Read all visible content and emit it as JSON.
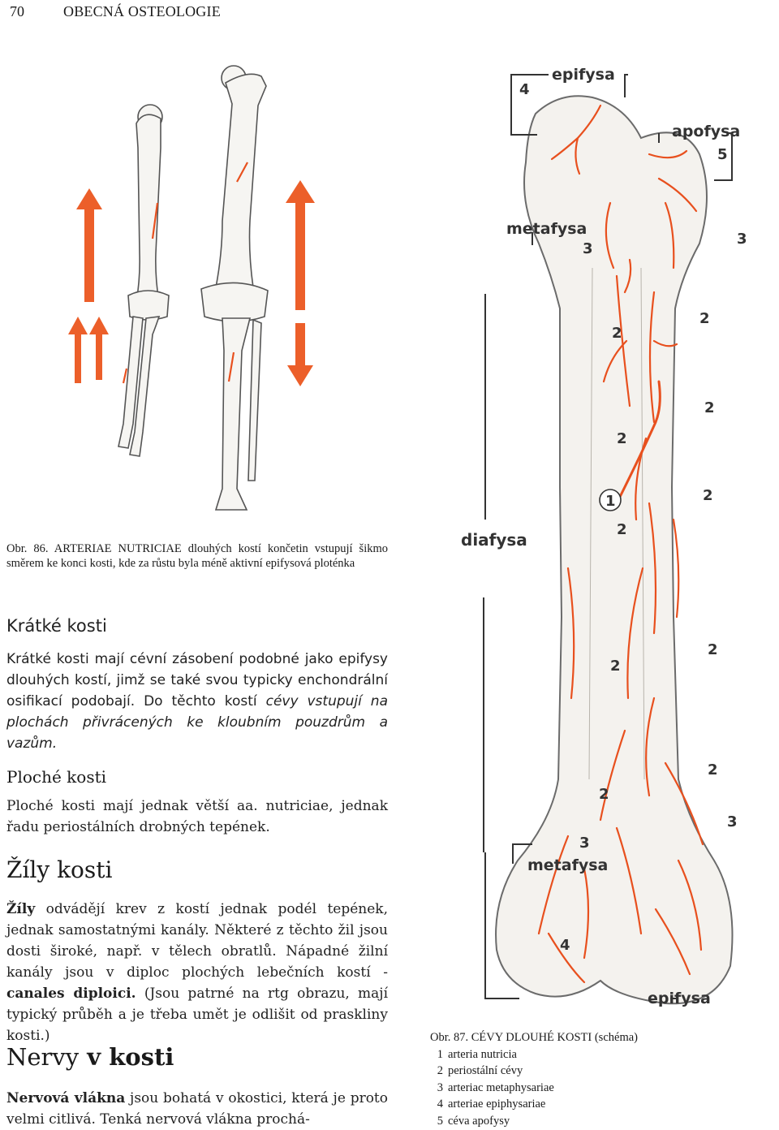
{
  "header": {
    "page_number": "70",
    "running_title": "OBECNÁ OSTEOLOGIE"
  },
  "fig86": {
    "caption_lead": "Obr. 86.",
    "caption_text": " ARTERIAE NUTRICIAE dlouhých kostí končetin vstupují šikmo směrem ke konci kosti, kde za růstu byla méně aktivní epifysová ploténka"
  },
  "sections": {
    "short": {
      "heading": "Krátké kosti",
      "text_a": "Krátké kosti mají cévní zásobení podobné jako epifysy dlouhých kostí, jimž se také svou typicky enchondrální osifikací podobají. Do těchto kostí ",
      "text_b": "cévy vstupují na plochách přivrácených ke kloubním pouzdrům a vazům."
    },
    "flat": {
      "heading": "Ploché kosti",
      "text": "Ploché kosti mají jednak větší aa. nutriciae, jednak řadu periostálních drobných tepének."
    },
    "veins": {
      "heading": "Žíly kosti",
      "lead": "Žíly",
      "text_a": " odvádějí krev z kostí jednak podél tepének, jednak samostatnými kanály. Některé z těchto žil jsou dosti široké, např. v tělech obratlů. Nápadné žilní kanály jsou v diploc plochých lebečních kostí - ",
      "bold": "canales diploici.",
      "text_b": " (Jsou patrné na rtg obrazu, mají typický průběh a je třeba umět je odlišit od praskliny kosti.)"
    },
    "nerves": {
      "heading_a": "Nervy",
      "heading_b": " v kosti",
      "lead": "Nervová vlákna",
      "text": " jsou bohatá v okostici, která je proto velmi citlivá. Tenká nervová vlákna prochá-"
    }
  },
  "fig87": {
    "labels": {
      "epifysa_top": "epifysa",
      "apofysa": "apofysa",
      "metafysa_top": "metafysa",
      "diafysa": "diafysa",
      "metafysa_bottom": "metafysa",
      "epifysa_bottom": "epifysa"
    },
    "numbers": {
      "n4_top": "4",
      "n5": "5",
      "n3_a": "3",
      "n3_b": "3",
      "n2_a": "2",
      "n2_b": "2",
      "n2_c": "2",
      "n2_d": "2",
      "n1": "1",
      "n2_e": "2",
      "n2_f": "2",
      "n2_g": "2",
      "n2_h": "2",
      "n2_i": "2",
      "n2_j": "2",
      "n3_c": "3",
      "n3_d": "3",
      "n4_bottom": "4"
    },
    "caption_title": "Obr. 87. CÉVY DLOUHÉ KOSTI (schéma)",
    "legend": [
      {
        "num": "1",
        "text": "arteria nutricia"
      },
      {
        "num": "2",
        "text": "periostální cévy"
      },
      {
        "num": "3",
        "text": "arteriac metaphysariae"
      },
      {
        "num": "4",
        "text": "arteriae epiphysariae"
      },
      {
        "num": "5",
        "text": "céva apofysy"
      }
    ]
  },
  "colors": {
    "vessel": "#e8501e",
    "bone_fill": "#f4f2ee",
    "bone_line": "#6b6b6b",
    "arrow": "#ec5f2a"
  }
}
